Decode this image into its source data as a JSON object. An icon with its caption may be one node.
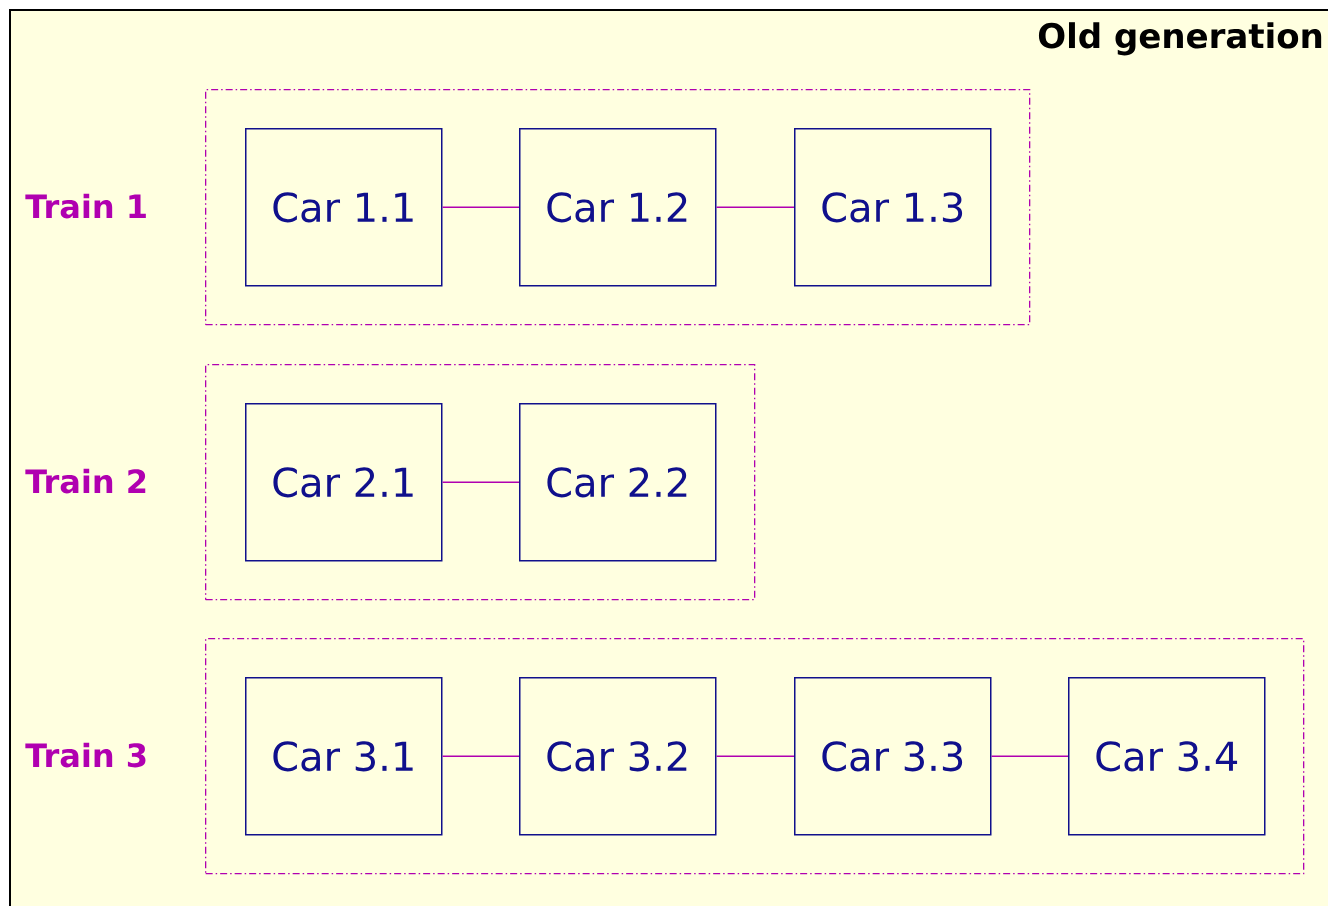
{
  "diagram": {
    "title": "Old generation",
    "nodes": [
      {
        "text": [
          "Train 1"
        ]
      },
      {
        "text": [
          "Car 1.1"
        ],
        "in": 0
      },
      {
        "text": [
          "Car 1.2"
        ],
        "in": 0
      },
      {
        "text": [
          "Car 1.3"
        ],
        "in": 0
      },
      {
        "text": [
          "Train 2"
        ]
      },
      {
        "text": [
          "Car 2.1"
        ],
        "in": 4
      },
      {
        "text": [
          "Car 2.2"
        ],
        "in": 4
      },
      {
        "text": [
          "Train 3"
        ]
      },
      {
        "text": [
          "Car 3.1"
        ],
        "in": 7
      },
      {
        "text": [
          "Car 3.2"
        ],
        "in": 7
      },
      {
        "text": [
          "Car 3.3"
        ],
        "in": 7
      },
      {
        "text": [
          "Car 3.4"
        ],
        "in": 7
      }
    ],
    "edges": [
      {
        "from": 1,
        "to": 2,
        "arrow": "none"
      },
      {
        "from": 2,
        "to": 3,
        "arrow": "none"
      },
      {
        "from": 5,
        "to": 6,
        "arrow": "none"
      },
      {
        "from": 8,
        "to": 9,
        "arrow": "none"
      },
      {
        "from": 9,
        "to": 10,
        "arrow": "none"
      },
      {
        "from": 10,
        "to": 11,
        "arrow": "none"
      }
    ]
  }
}
